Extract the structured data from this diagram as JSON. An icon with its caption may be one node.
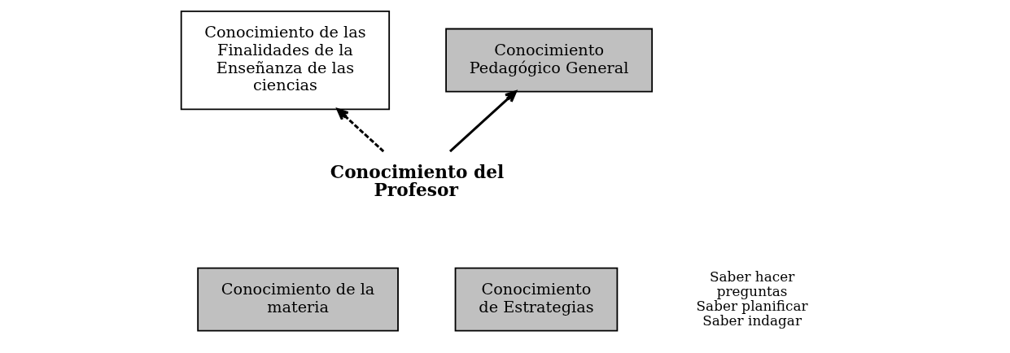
{
  "diagram": {
    "nodes": [
      {
        "text": [
          "Conocimiento de las Finalidades de la Enseñanza de las ciencias"
        ]
      },
      {
        "text": [
          "Conocimiento Pedagógico General"
        ]
      },
      {
        "text": [
          "Conocimiento del Profesor"
        ]
      },
      {
        "text": [
          "Conocimiento de la materia"
        ]
      },
      {
        "text": [
          "Conocimiento de Estrategias"
        ]
      }
    ],
    "edges": [
      {
        "from": 2,
        "to": 0,
        "arrow": "to",
        "style": "dashed"
      },
      {
        "from": 2,
        "to": 1,
        "arrow": "to"
      }
    ],
    "labels": [
      "Saber hacer preguntas",
      "Saber planificar",
      "Saber indagar"
    ]
  }
}
